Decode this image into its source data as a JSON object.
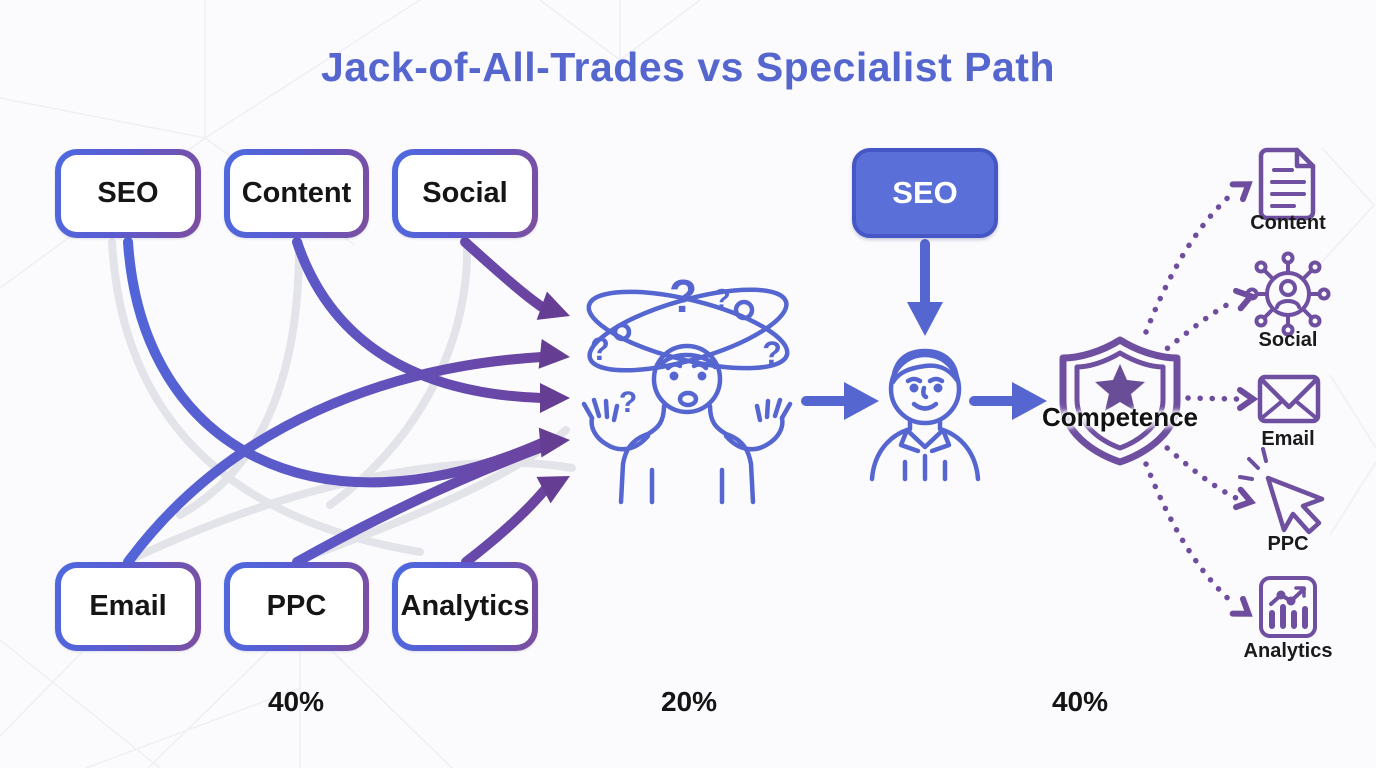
{
  "title": "Jack-of-All-Trades vs Specialist Path",
  "glyphs": {
    "question_mark": "?"
  },
  "generalist": {
    "channels_top": [
      "SEO",
      "Content",
      "Social"
    ],
    "channels_bottom": [
      "Email",
      "PPC",
      "Analytics"
    ],
    "time_split_label": "40%"
  },
  "middle": {
    "time_split_label": "20%"
  },
  "specialist": {
    "focus_label": "SEO",
    "badge_label": "Competence",
    "branch_labels": [
      "Content",
      "Social",
      "Email",
      "PPC",
      "Analytics"
    ],
    "time_split_label": "40%"
  },
  "icons": [
    "confused-person-icon",
    "specialist-person-icon",
    "competence-shield-icon",
    "document-icon",
    "social-network-icon",
    "envelope-icon",
    "cursor-click-icon",
    "bar-chart-icon"
  ],
  "colors": {
    "title_blue": "#5566CE",
    "gradient_blue": "#4E6AE0",
    "gradient_purple": "#7C4E9E",
    "lineart_blue": "#5566D0",
    "badge_purple": "#6F4D9E",
    "arrowhead_purple": "#653E93",
    "text_dark": "#141414",
    "background": "#FBFBFD"
  }
}
